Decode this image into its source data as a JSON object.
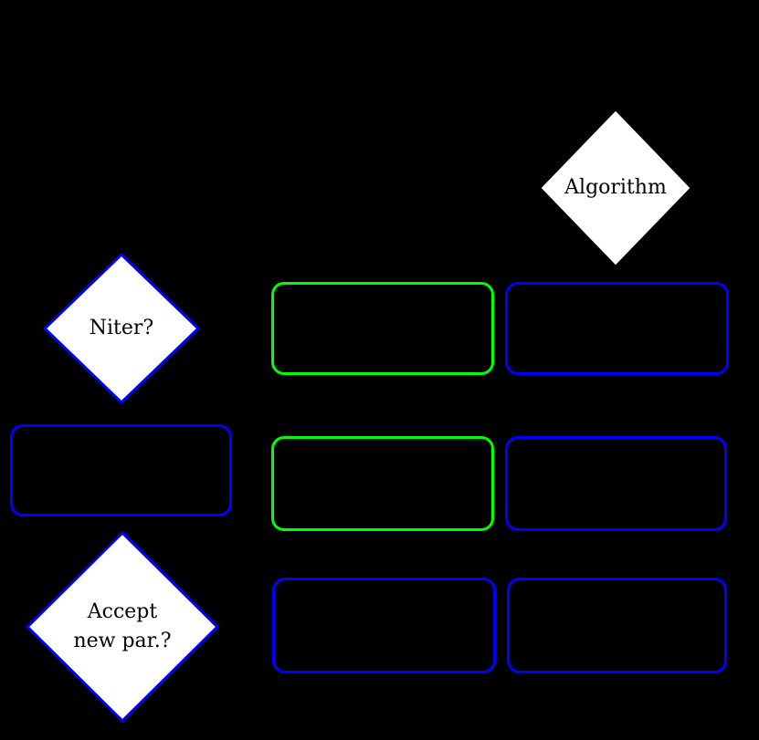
{
  "diagram": {
    "background": "#000000",
    "colors": {
      "blue": "#0000ff",
      "green": "#00ff00",
      "white": "#ffffff",
      "black": "#000000"
    },
    "diamonds": {
      "algorithm": {
        "label": "Algorithm",
        "fill": "#ffffff",
        "border": "#000000"
      },
      "niter": {
        "label": "Niter?",
        "fill": "#ffffff",
        "border": "#0000ff"
      },
      "accept": {
        "label": "Accept\nnew par.?",
        "fill": "#ffffff",
        "border": "#0000ff"
      }
    },
    "boxes": {
      "top_middle": {
        "border": "#00ff00"
      },
      "top_right": {
        "border": "#0000ff"
      },
      "mid_left": {
        "border": "#0000ff"
      },
      "mid_middle": {
        "border": "#00ff00"
      },
      "mid_right": {
        "border": "#0000ff"
      },
      "bottom_middle": {
        "border": "#0000ff"
      },
      "bottom_right": {
        "border": "#0000ff"
      }
    }
  }
}
